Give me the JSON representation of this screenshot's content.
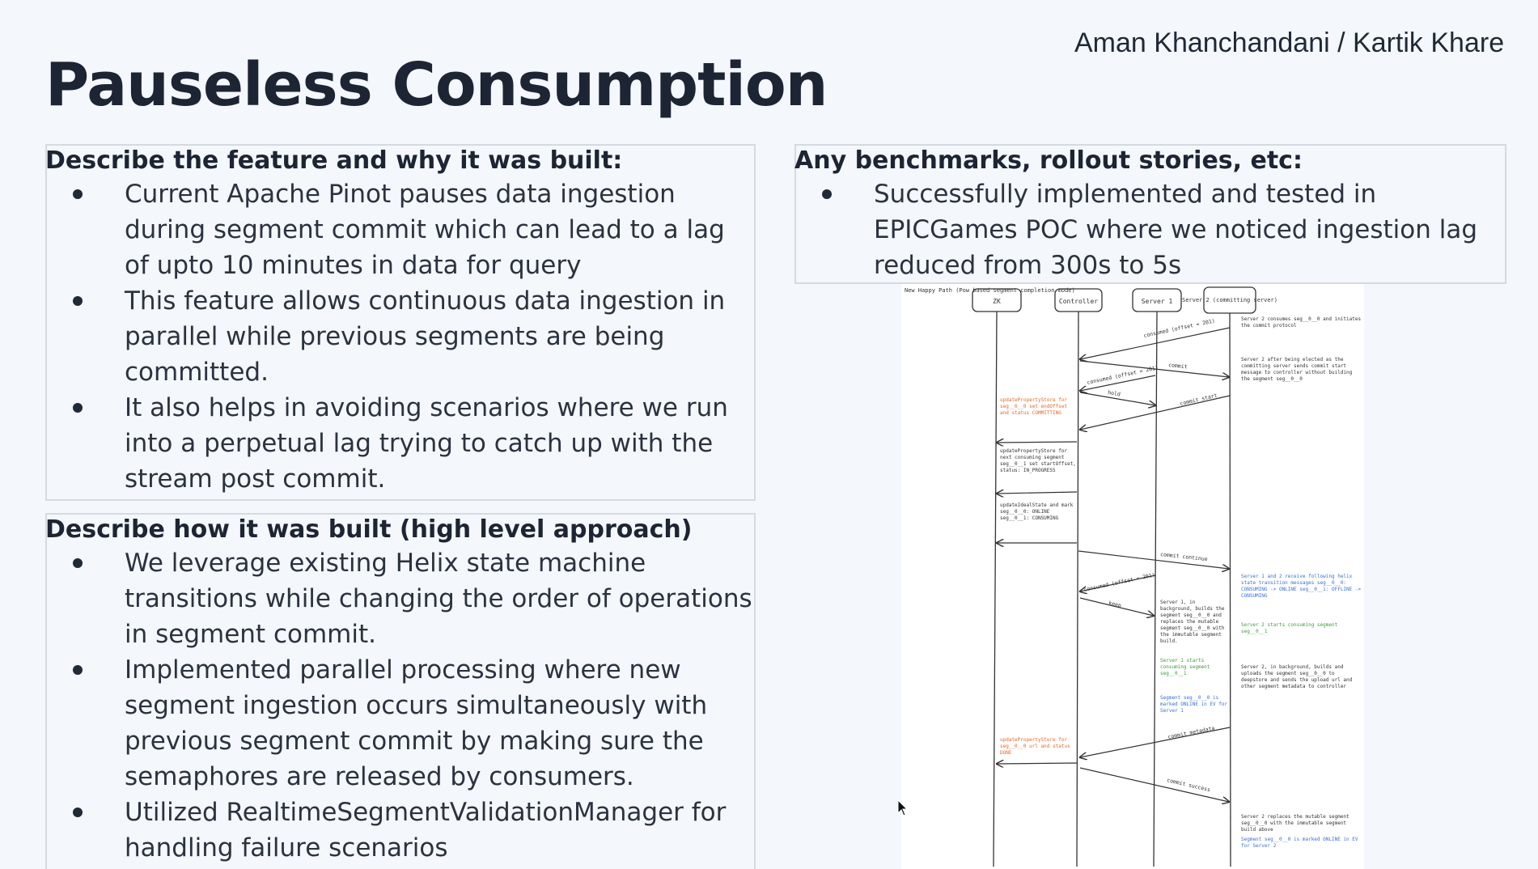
{
  "slide": {
    "authors": "Aman Khanchandani / Kartik Khare",
    "title": "Pauseless Consumption"
  },
  "feature_section": {
    "heading": "Describe the feature and why it was built:",
    "bullets": [
      "Current Apache Pinot pauses data ingestion during segment commit which can lead to a lag of upto 10 minutes in data for query",
      "This feature allows continuous data ingestion in parallel while previous segments are being committed.",
      "It also helps in avoiding scenarios where we run into a perpetual lag trying to catch up with the stream post commit."
    ]
  },
  "how_section": {
    "heading": "Describe how it was built (high level approach)",
    "bullets": [
      "We leverage existing Helix state machine transitions while changing the order of operations in segment commit.",
      "Implemented parallel processing where new segment ingestion occurs simultaneously with previous segment commit by making sure the semaphores are released by consumers.",
      "Utilized RealtimeSegmentValidationManager for handling failure scenarios"
    ]
  },
  "bench_section": {
    "heading": "Any benchmarks, rollout stories, etc:",
    "bullets": [
      "Successfully implemented and tested in EPICGames POC where we noticed ingestion lag reduced from 300s to 5s"
    ]
  },
  "diagram": {
    "caption": "New Happy Path (Pow based segment completion mode)",
    "participants": [
      "ZK",
      "Controller",
      "Server 1",
      "Server 2 (committing server)"
    ],
    "messages": [
      "consumed (offset = 201)",
      "commit",
      "consumed (offset = 201)",
      "hold",
      "commit start",
      "commit continue",
      "consumed (offset = 201)",
      "keep",
      "commit metadata",
      "commit success"
    ],
    "notes_black": [
      "Server 2 consumes seg__0__0 and initiates the commit protocol",
      "Server 2 after being elected as the committing server sends commit start message to controller without building the segment seg__0__0",
      "updatePropertyStore for next consuming segment seg__0__1 set startOffset, status: IN_PROGRESS",
      "updateIdealState and mark seg__0__0: ONLINE seg__0__1: CONSUMING",
      "Server 1, in background, builds the segment seg__0__0 and replaces the mutable segment seg__0__0 with the immutable segment build.",
      "Server 2, in background, builds and uploads the segment seg__0__0 to deepstore and sends the upload url and other segment metadata to controller",
      "Server 2 replaces the mutable segment seg__0__0 with the immutable segment build above"
    ],
    "notes_orange": [
      "updatePropertyStore for seg__0__0 set endOffset and status COMMITTING",
      "updatePropertyStore for seg__0__0 url and status DONE"
    ],
    "notes_blue": [
      "Server 1 and 2 receive following helix state transition messages seg__0__0: CONSUMING -> ONLINE seg__0__1: OFFLINE -> CONSUMING",
      "Segment seg__0__0 is marked ONLINE in EV for Server 1",
      "Segment seg__0__0 is marked ONLINE in EV for Server 2"
    ],
    "notes_green": [
      "Server 2 starts consuming segment seg__0__1",
      "Server 1 starts consuming segment seg__0__1"
    ],
    "colors": {
      "orange": "#e06b2d",
      "blue": "#3b6fd6",
      "green": "#3f9b3f",
      "ink": "#333333"
    }
  }
}
